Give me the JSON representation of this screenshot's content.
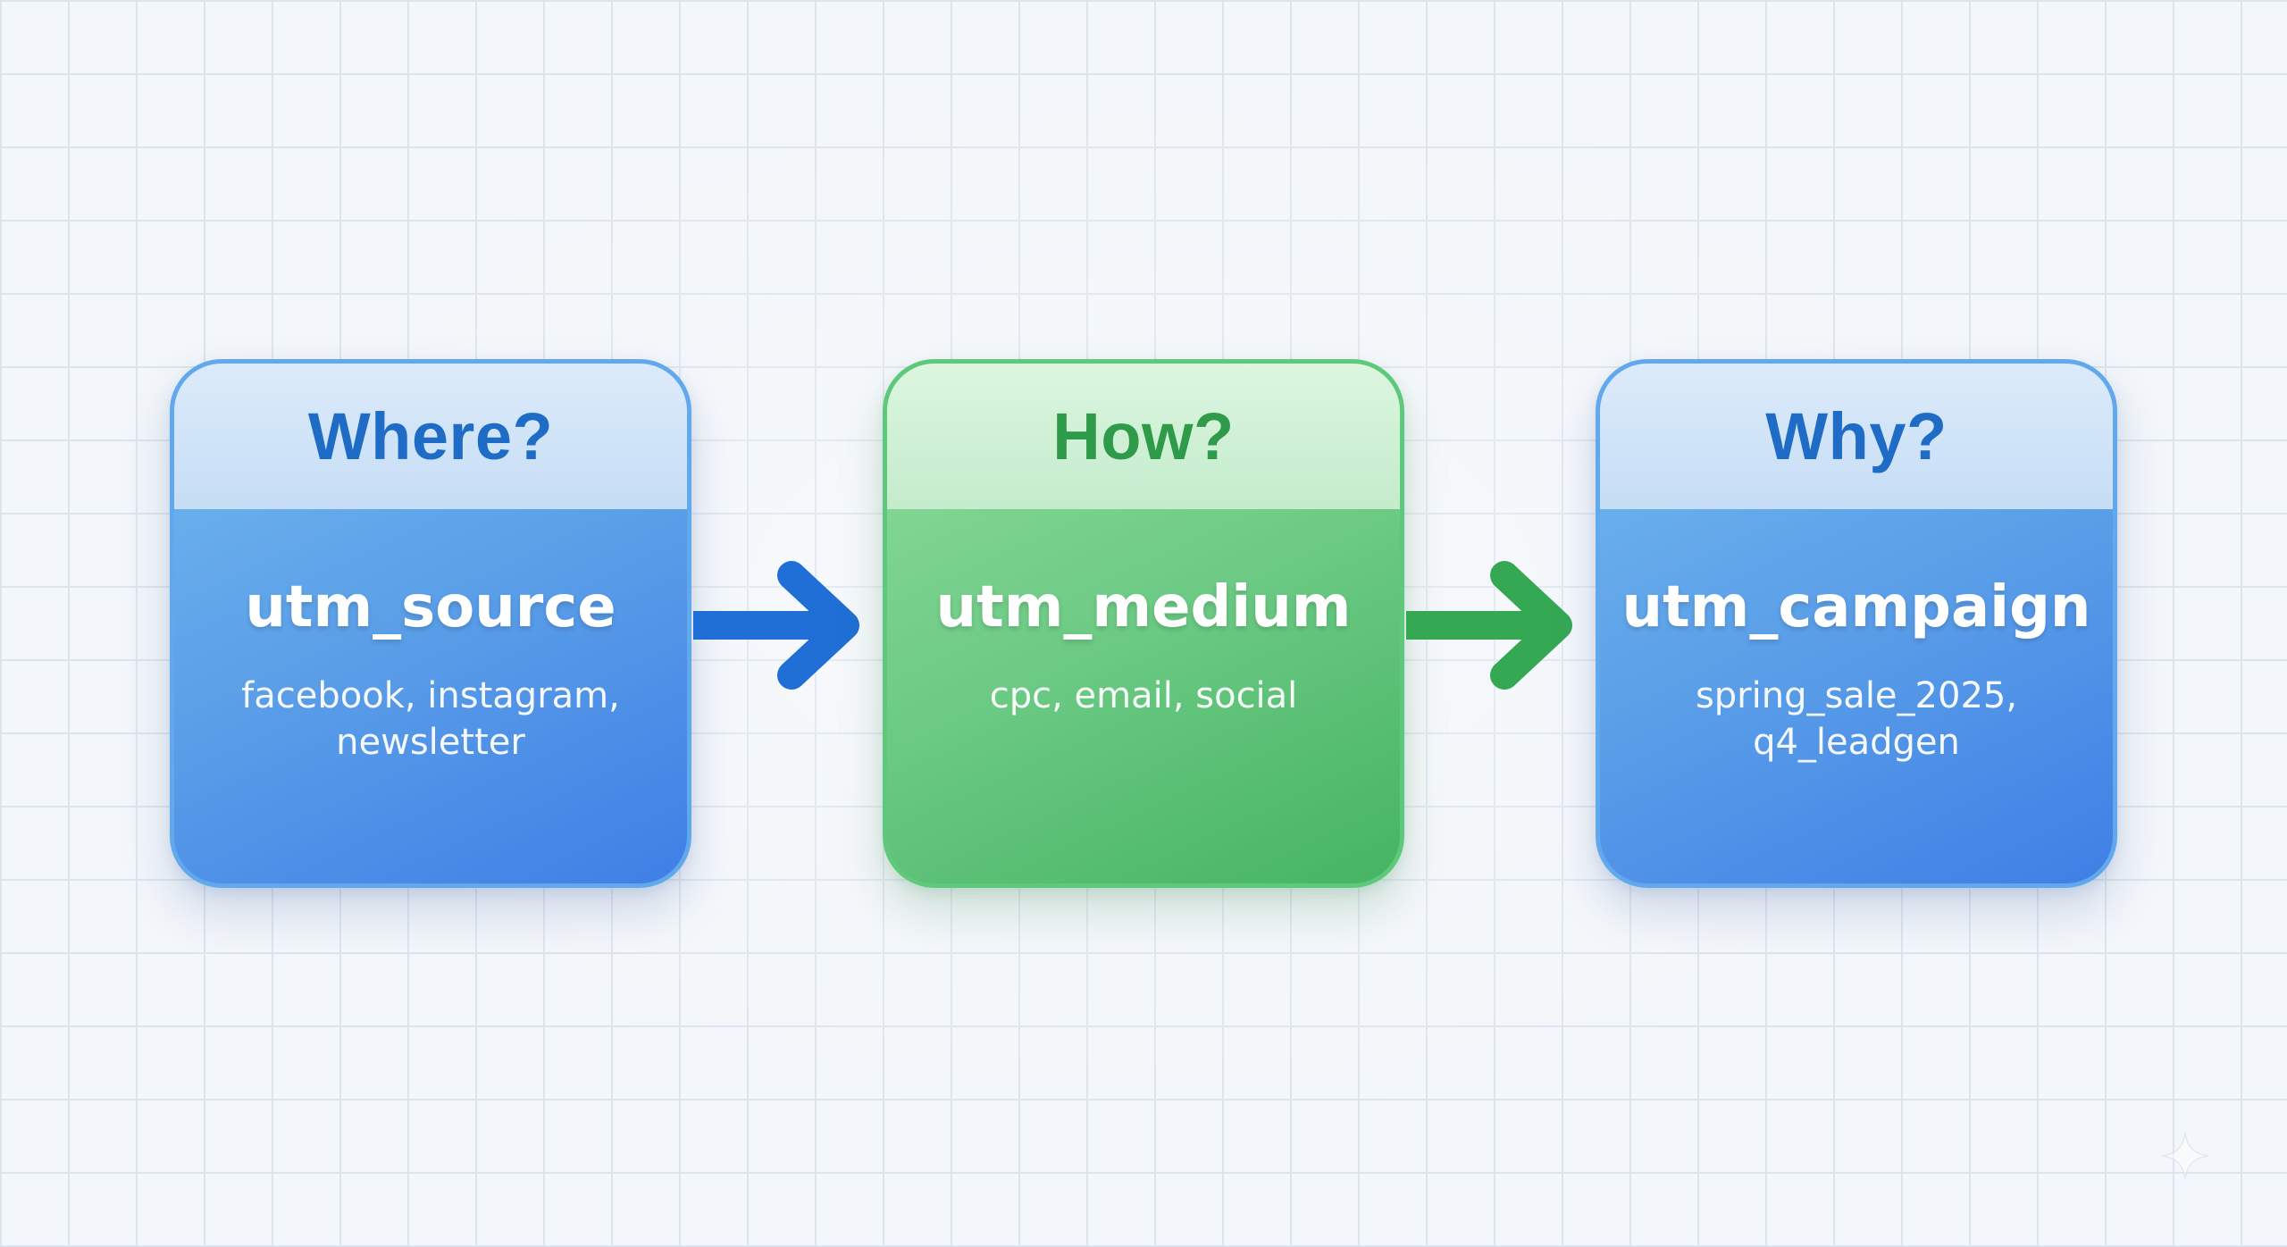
{
  "diagram": {
    "steps": [
      {
        "question": "Where?",
        "parameter": "utm_source",
        "examples_line1": "facebook, instagram,",
        "examples_line2": "newsletter",
        "color": "#3f7fe6"
      },
      {
        "question": "How?",
        "parameter": "utm_medium",
        "examples_line1": "cpc, email, social",
        "examples_line2": "",
        "color": "#45b463"
      },
      {
        "question": "Why?",
        "parameter": "utm_campaign",
        "examples_line1": "spring_sale_2025,",
        "examples_line2": "q4_leadgen",
        "color": "#3f7fe6"
      }
    ],
    "connectors": [
      {
        "from": 0,
        "to": 1,
        "color": "#1f6fd6"
      },
      {
        "from": 1,
        "to": 2,
        "color": "#35a853"
      }
    ],
    "icons": {
      "arrow": "arrow-right-icon",
      "sparkle": "sparkle-icon"
    }
  }
}
